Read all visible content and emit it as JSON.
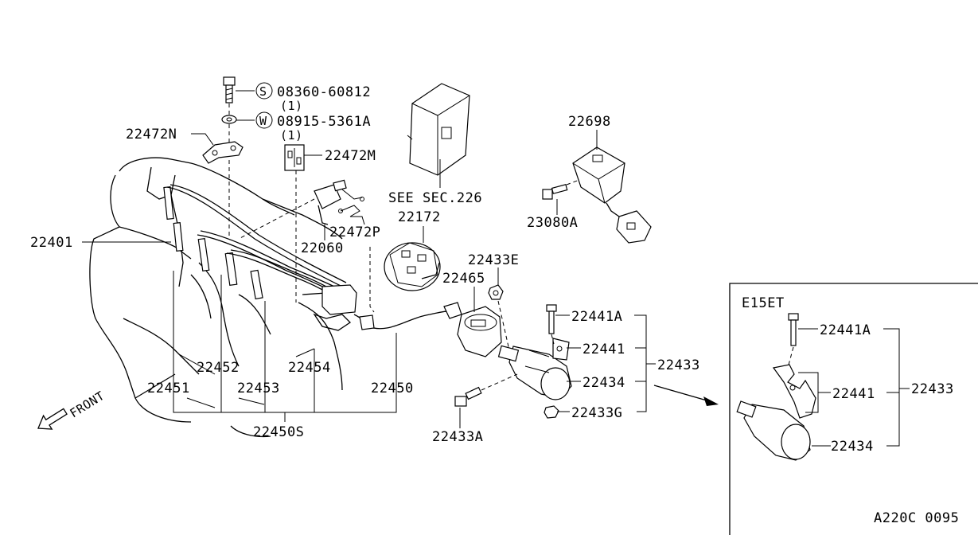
{
  "labels": {
    "bolt": "08360-60812",
    "bolt_symbol": "S",
    "bolt_qty": "(1)",
    "washer": "08915-5361A",
    "washer_symbol": "W",
    "washer_qty": "(1)",
    "bracket_n": "22472N",
    "bracket_m": "22472M",
    "see_sec": "SEE SEC.226",
    "module_22698": "22698",
    "screw_23080a": "23080A",
    "plug_22401": "22401",
    "dist_cap": "22172",
    "bracket_p": "22472P",
    "sensor_22060": "22060",
    "nut_22433e": "22433E",
    "rotor_22465": "22465",
    "bolt_22441a": "22441A",
    "bracket_22441": "22441",
    "coil_22434": "22434",
    "coil_assy": "22433",
    "nut_22433g": "22433G",
    "bolt_22433a": "22433A",
    "wire_22452": "22452",
    "wire_22454": "22454",
    "wire_22451": "22451",
    "wire_22453": "22453",
    "wire_22450": "22450",
    "wire_set": "22450S",
    "front": "FRONT"
  },
  "inset": {
    "title": "E15ET",
    "bolt": "22441A",
    "bracket": "22441",
    "assy": "22433",
    "coil": "22434"
  },
  "footer_code": "A220C 0095"
}
